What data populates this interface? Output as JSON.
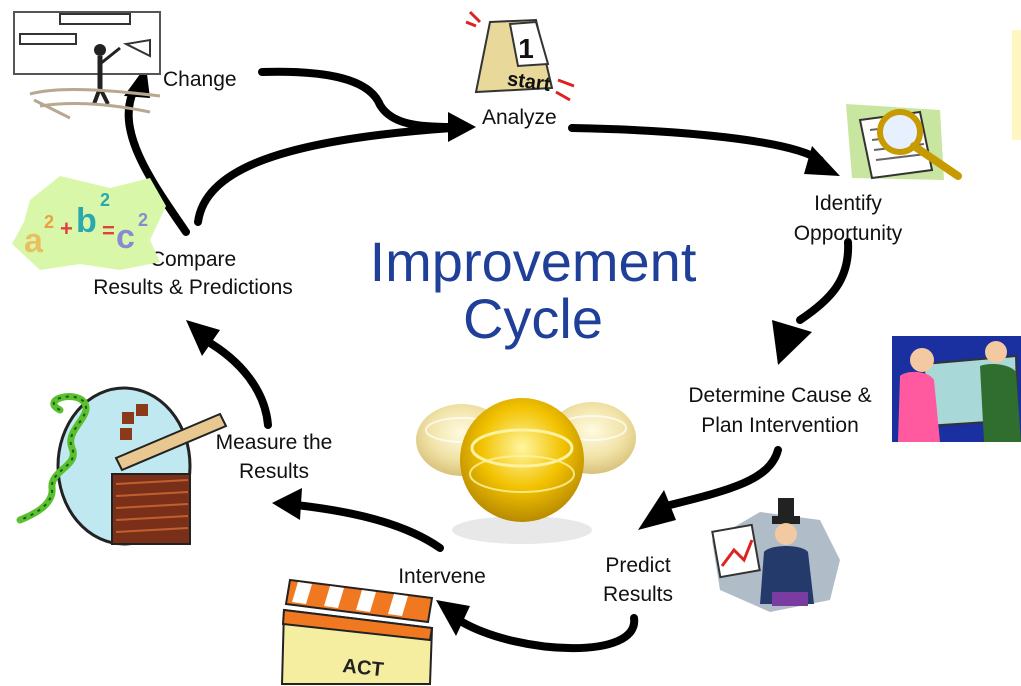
{
  "title": {
    "line1": "Improvement",
    "line2": "Cycle",
    "color": "#1f3f99"
  },
  "steps": {
    "change": "Change",
    "analyze": "Analyze",
    "identify_line1": "Identify",
    "identify_line2": "Opportunity",
    "determine_line1": "Determine Cause &",
    "determine_line2": "Plan Intervention",
    "predict_line1": "Predict",
    "predict_line2": "Results",
    "intervene": "Intervene",
    "measure_line1": "Measure the",
    "measure_line2": "Results",
    "compare_line1": "Compare",
    "compare_line2": "Results & Predictions"
  },
  "clipart": {
    "calendar_number": "1",
    "calendar_word": "start",
    "clapboard_word": "ACT",
    "formula_a": "a",
    "formula_b": "b",
    "formula_c": "c",
    "formula_exp_a": "2",
    "formula_exp_b": "2",
    "formula_exp_c": "2",
    "formula_plus": "+",
    "formula_equals": "=",
    "icons": [
      "presenter-icon",
      "calendar-start-icon",
      "magnifier-document-icon",
      "people-with-chart-icon",
      "businessman-chart-icon",
      "clapboard-icon",
      "measuring-tools-icon",
      "formula-icon",
      "gold-coins-icon"
    ]
  },
  "colors": {
    "arrows": "#000000",
    "coins": "#f2c200",
    "formula_bg": "#d9f7a8"
  }
}
